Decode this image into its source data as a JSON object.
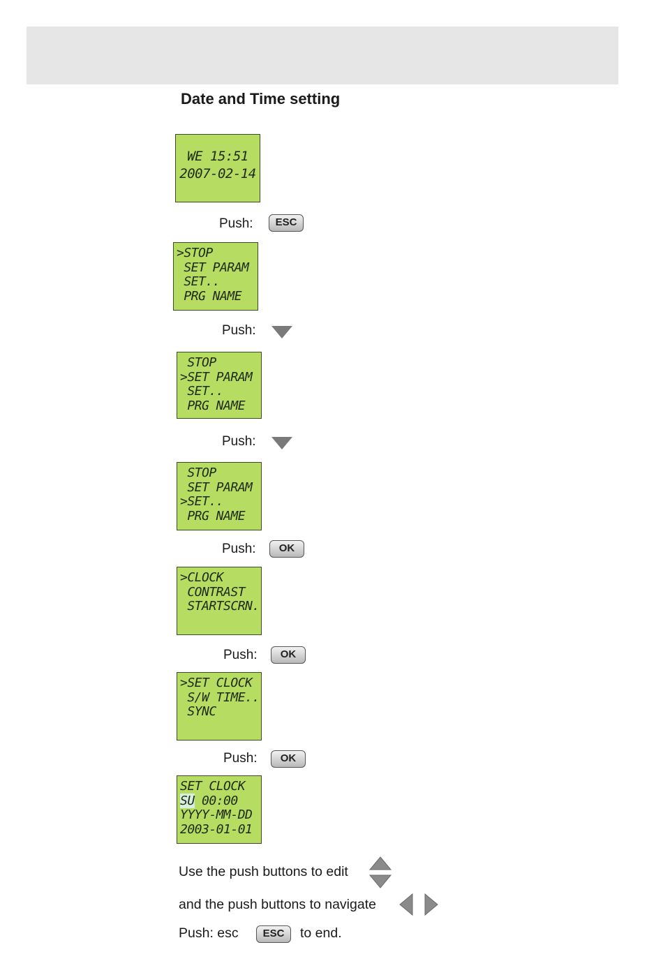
{
  "title": "Date and Time setting",
  "push_label": "Push:",
  "buttons": {
    "esc": "ESC",
    "ok": "OK"
  },
  "screens": [
    {
      "lines": [
        "WE 15:51",
        "2007-02-14"
      ]
    },
    {
      "lines": [
        ">STOP",
        " SET PARAM",
        " SET..",
        " PRG NAME"
      ]
    },
    {
      "lines": [
        " STOP",
        ">SET PARAM",
        " SET..",
        " PRG NAME"
      ]
    },
    {
      "lines": [
        " STOP",
        " SET PARAM",
        ">SET..",
        " PRG NAME"
      ]
    },
    {
      "lines": [
        ">CLOCK",
        " CONTRAST",
        " STARTSCRN."
      ]
    },
    {
      "lines": [
        ">SET CLOCK",
        " S/W TIME..",
        " SYNC"
      ]
    },
    {
      "lines": [
        "SET CLOCK",
        "SU 00:00",
        "YYYY-MM-DD",
        "2003-01-01"
      ]
    }
  ],
  "screen7_line2_cursor": "SU",
  "screen7_line2_rest": " 00:00",
  "instructions": {
    "edit": "Use the push buttons to edit",
    "navigate": "and the push buttons to navigate",
    "end_push": "Push:  esc",
    "end_suffix": "to end."
  },
  "icons": {
    "down": "triangle-down-icon",
    "up_down": "up-down-arrows-icon",
    "left_right": "left-right-arrows-icon"
  },
  "colors": {
    "lcd_bg": "#b6dc62",
    "lcd_text": "#1f2a12",
    "header_band": "#e6e6e6"
  }
}
